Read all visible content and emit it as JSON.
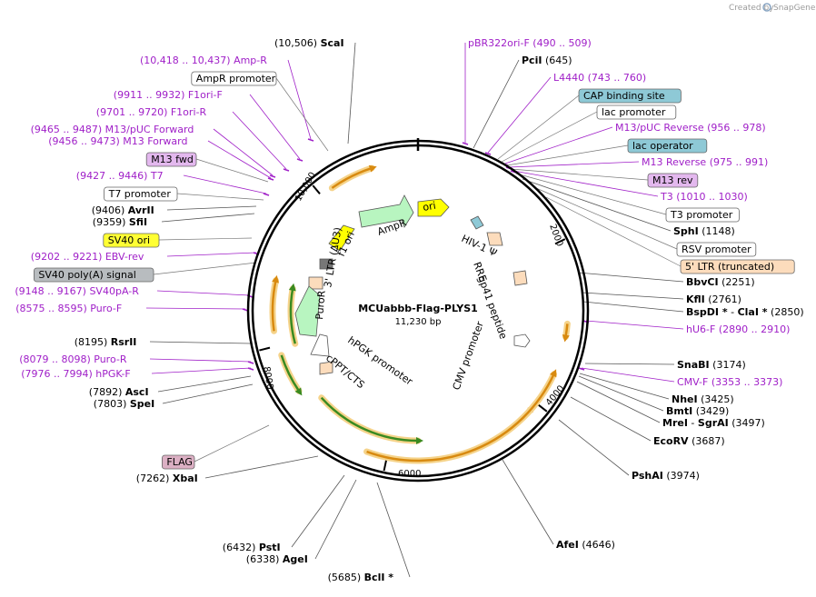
{
  "brand": {
    "prefix": "Created by",
    "name": "SnapGene"
  },
  "plasmid": {
    "name": "MCUabbb-Flag-PLYS1",
    "length": "11,230 bp"
  },
  "ticks": [
    "2000",
    "4000",
    "6000",
    "8000",
    "10,000"
  ],
  "colors": {
    "primer": "#a020c8",
    "backbone": "#000000",
    "feature_orange": "#f0a030",
    "feature_green": "#4a9a2a",
    "ori_yellow": "#ffff00",
    "promoter_white": "#ffffff"
  },
  "right_labels": [
    {
      "kind": "primer",
      "name": "pBR322ori-F",
      "range": "(490 .. 509)"
    },
    {
      "kind": "site",
      "name": "PciI",
      "pos": "(645)"
    },
    {
      "kind": "primer",
      "name": "L4440",
      "range": "(743 .. 760)"
    },
    {
      "kind": "box",
      "name": "CAP binding site",
      "fill": "#8ec9d6"
    },
    {
      "kind": "box",
      "name": "lac promoter",
      "fill": "#ffffff"
    },
    {
      "kind": "primer",
      "name": "M13/pUC Reverse",
      "range": "(956 .. 978)"
    },
    {
      "kind": "box",
      "name": "lac operator",
      "fill": "#8ec9d6"
    },
    {
      "kind": "primer",
      "name": "M13 Reverse",
      "range": "(975 .. 991)"
    },
    {
      "kind": "box",
      "name": "M13 rev",
      "fill": "#e3b8ee"
    },
    {
      "kind": "primer",
      "name": "T3",
      "range": "(1010 .. 1030)"
    },
    {
      "kind": "box",
      "name": "T3 promoter",
      "fill": "#ffffff"
    },
    {
      "kind": "site",
      "name": "SphI",
      "pos": "(1148)"
    },
    {
      "kind": "box",
      "name": "RSV promoter",
      "fill": "#ffffff"
    },
    {
      "kind": "box",
      "name": "5' LTR (truncated)",
      "fill": "#fcdcbc"
    },
    {
      "kind": "site",
      "name": "BbvCI",
      "pos": "(2251)"
    },
    {
      "kind": "site",
      "name": "KflI",
      "pos": "(2761)"
    },
    {
      "kind": "site2",
      "name": "BspDI *",
      "name2": "ClaI *",
      "pos": "(2850)"
    },
    {
      "kind": "primer",
      "name": "hU6-F",
      "range": "(2890 .. 2910)"
    },
    {
      "kind": "site",
      "name": "SnaBI",
      "pos": "(3174)"
    },
    {
      "kind": "primer",
      "name": "CMV-F",
      "range": "(3353 .. 3373)"
    },
    {
      "kind": "site",
      "name": "NheI",
      "pos": "(3425)"
    },
    {
      "kind": "site",
      "name": "BmtI",
      "pos": "(3429)"
    },
    {
      "kind": "site2",
      "name": "MreI",
      "name2": "SgrAI",
      "pos": "(3497)"
    },
    {
      "kind": "site",
      "name": "EcoRV",
      "pos": "(3687)"
    },
    {
      "kind": "site",
      "name": "PshAI",
      "pos": "(3974)"
    },
    {
      "kind": "site",
      "name": "AfeI",
      "pos": "(4646)"
    }
  ],
  "left_labels": [
    {
      "kind": "site",
      "name": "ScaI",
      "pos": "(10,506)"
    },
    {
      "kind": "primer",
      "name": "Amp-R",
      "range": "(10,418 .. 10,437)"
    },
    {
      "kind": "box",
      "name": "AmpR promoter",
      "fill": "#ffffff"
    },
    {
      "kind": "primer",
      "name": "F1ori-F",
      "range": "(9911 .. 9932)"
    },
    {
      "kind": "primer",
      "name": "F1ori-R",
      "range": "(9701 .. 9720)"
    },
    {
      "kind": "primer",
      "name": "M13/pUC Forward",
      "range": "(9465 .. 9487)"
    },
    {
      "kind": "primer",
      "name": "M13 Forward",
      "range": "(9456 .. 9473)"
    },
    {
      "kind": "box",
      "name": "M13 fwd",
      "fill": "#e3b8ee"
    },
    {
      "kind": "primer",
      "name": "T7",
      "range": "(9427 .. 9446)"
    },
    {
      "kind": "box",
      "name": "T7 promoter",
      "fill": "#ffffff"
    },
    {
      "kind": "site",
      "name": "AvrII",
      "pos": "(9406)"
    },
    {
      "kind": "site",
      "name": "SfiI",
      "pos": "(9359)"
    },
    {
      "kind": "box",
      "name": "SV40 ori",
      "fill": "#ffff33"
    },
    {
      "kind": "primer",
      "name": "EBV-rev",
      "range": "(9202 .. 9221)"
    },
    {
      "kind": "box",
      "name": "SV40 poly(A) signal",
      "fill": "#b8bcbf"
    },
    {
      "kind": "primer",
      "name": "SV40pA-R",
      "range": "(9148 .. 9167)"
    },
    {
      "kind": "primer",
      "name": "Puro-F",
      "range": "(8575 .. 8595)"
    },
    {
      "kind": "site",
      "name": "RsrII",
      "pos": "(8195)"
    },
    {
      "kind": "primer",
      "name": "Puro-R",
      "range": "(8079 .. 8098)"
    },
    {
      "kind": "primer",
      "name": "hPGK-F",
      "range": "(7976 .. 7994)"
    },
    {
      "kind": "site",
      "name": "AscI",
      "pos": "(7892)"
    },
    {
      "kind": "site",
      "name": "SpeI",
      "pos": "(7803)"
    },
    {
      "kind": "box",
      "name": "FLAG",
      "fill": "#dcb0c4"
    },
    {
      "kind": "site",
      "name": "XbaI",
      "pos": "(7262)"
    },
    {
      "kind": "site",
      "name": "PstI",
      "pos": "(6432)"
    },
    {
      "kind": "site",
      "name": "AgeI",
      "pos": "(6338)"
    },
    {
      "kind": "site",
      "name": "BclI *",
      "pos": "(5685)"
    }
  ],
  "inner_labels": [
    "ori",
    "AmpR",
    "f1 ori",
    "3' LTR (ΔU3)",
    "PuroR",
    "hPGK promoter",
    "cPPT/CTS",
    "HIV-1 Ψ",
    "RRE",
    "gp41 peptide",
    "CMV promoter"
  ]
}
